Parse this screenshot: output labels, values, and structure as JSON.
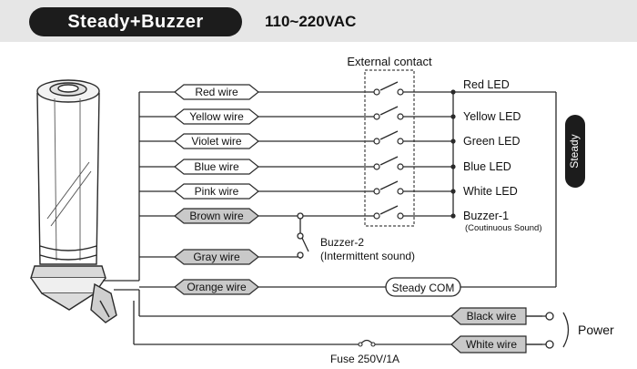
{
  "header": {
    "mode_title": "Steady+Buzzer",
    "voltage": "110~220VAC"
  },
  "external_contact_label": "External contact",
  "wires": [
    {
      "label": "Red wire",
      "shaded": false
    },
    {
      "label": "Yellow wire",
      "shaded": false
    },
    {
      "label": "Violet wire",
      "shaded": false
    },
    {
      "label": "Blue wire",
      "shaded": false
    },
    {
      "label": "Pink wire",
      "shaded": false
    },
    {
      "label": "Brown wire",
      "shaded": true
    },
    {
      "label": "Gray wire",
      "shaded": true
    },
    {
      "label": "Orange wire",
      "shaded": true
    }
  ],
  "outputs": [
    {
      "label": "Red LED",
      "sub": ""
    },
    {
      "label": "Yellow LED",
      "sub": ""
    },
    {
      "label": "Green LED",
      "sub": ""
    },
    {
      "label": "Blue LED",
      "sub": ""
    },
    {
      "label": "White LED",
      "sub": ""
    },
    {
      "label": "Buzzer-1",
      "sub": "(Coutinuous Sound)"
    }
  ],
  "buzzer2": {
    "label": "Buzzer-2",
    "sub": "(Intermittent sound)"
  },
  "steady_com": "Steady COM",
  "steady_tag": "Steady",
  "power": {
    "black_wire": "Black wire",
    "white_wire": "White wire",
    "label": "Power",
    "fuse": "Fuse 250V/1A"
  },
  "colors": {
    "line": "#2a2a2a",
    "shaded_wire": "#c9c9c9",
    "header_bg": "#e6e6e6",
    "pill_bg": "#1c1c1c"
  }
}
